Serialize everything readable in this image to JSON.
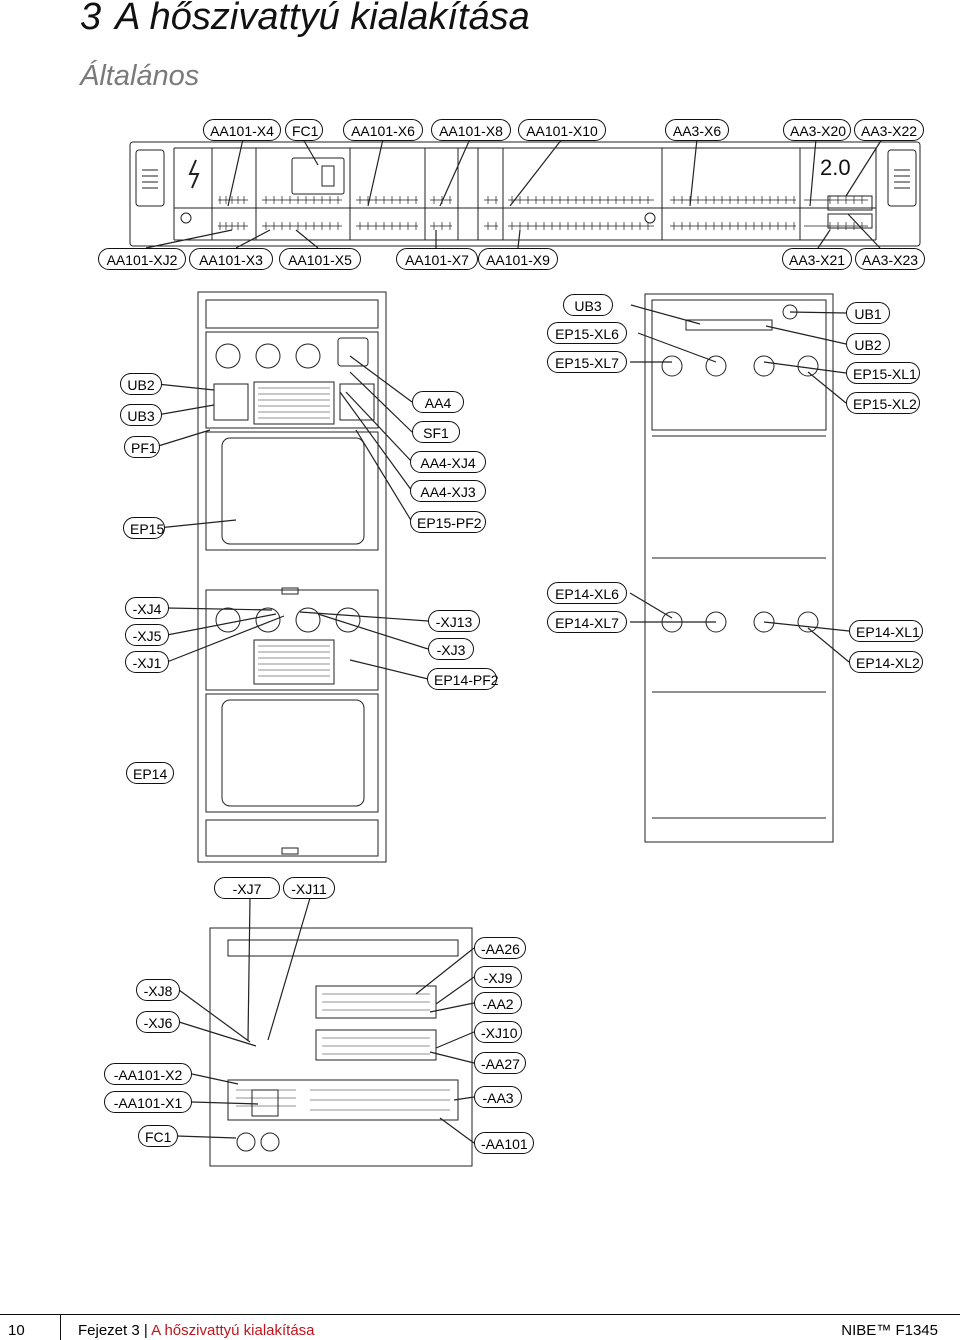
{
  "header": {
    "chapter_number": "3",
    "title": "A hőszivattyú kialakítása",
    "subtitle": "Általános"
  },
  "panel_strip": {
    "version": "2.0",
    "top_labels": [
      "AA101-X4",
      "FC1",
      "AA101-X6",
      "AA101-X8",
      "AA101-X10",
      "AA3-X6",
      "AA3-X20",
      "AA3-X22"
    ],
    "bottom_labels": [
      "AA101-XJ2",
      "AA101-X3",
      "AA101-X5",
      "AA101-X7",
      "AA101-X9",
      "AA3-X21",
      "AA3-X23"
    ]
  },
  "front_view": {
    "left_labels": [
      "UB2",
      "UB3",
      "PF1",
      "EP15"
    ],
    "right_labels": [
      "AA4",
      "SF1",
      "AA4-XJ4",
      "AA4-XJ3",
      "EP15-PF2"
    ],
    "lower_left_labels": [
      "-XJ4",
      "-XJ5",
      "-XJ1"
    ],
    "lower_right_labels": [
      "-XJ13",
      "-XJ3",
      "EP14-PF2"
    ],
    "bottom_label": "EP14"
  },
  "back_view": {
    "left_labels": [
      "UB3",
      "EP15-XL6",
      "EP15-XL7"
    ],
    "right_labels": [
      "UB1",
      "UB2",
      "EP15-XL1",
      "EP15-XL2"
    ],
    "lower_left_labels": [
      "EP14-XL6",
      "EP14-XL7"
    ],
    "lower_right_labels": [
      "EP14-XL1",
      "EP14-XL2"
    ]
  },
  "electrical_view": {
    "top_labels": [
      "-XJ7",
      "-XJ11"
    ],
    "left_labels": [
      "-XJ8",
      "-XJ6",
      "-AA101-X2",
      "-AA101-X1",
      "FC1"
    ],
    "right_labels": [
      "-AA26",
      "-XJ9",
      "-AA2",
      "-XJ10",
      "-AA27",
      "-AA3",
      "-AA101"
    ]
  },
  "footer": {
    "page_number": "10",
    "chapter_prefix": "Fejezet 3 |",
    "chapter_title": "A hőszivattyú kialakítása",
    "brand": "NIBE™ F1345"
  }
}
